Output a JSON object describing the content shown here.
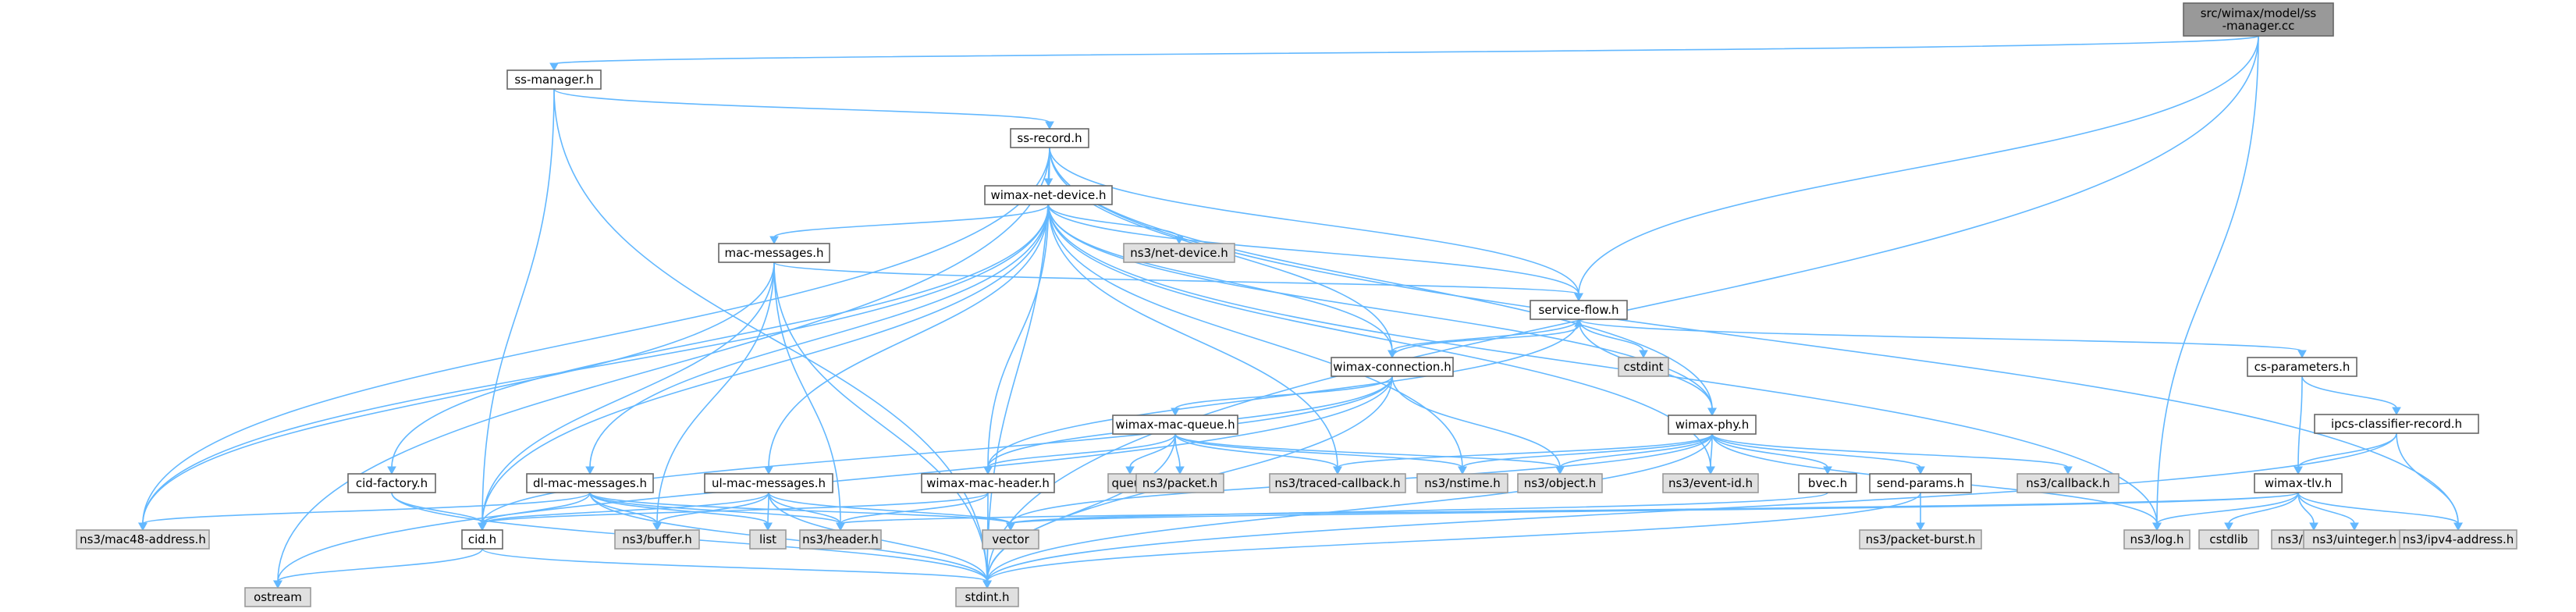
{
  "diagram": {
    "type": "include-dependency-graph",
    "root": "src/wimax/model/ss-manager.cc",
    "colors": {
      "edge": "#63b8ff",
      "root_fill": "#999999",
      "system_header_fill": "#e0e0e0",
      "local_header_fill": "#ffffff",
      "border": "#666666"
    },
    "nodes": {
      "root": {
        "lines": [
          "src/wimax/model/ss",
          "-manager.cc"
        ]
      },
      "ssmanager": {
        "lines": [
          "ss-manager.h"
        ]
      },
      "ssrecord": {
        "lines": [
          "ss-record.h"
        ]
      },
      "wimaxnetdevice": {
        "lines": [
          "wimax-net-device.h"
        ]
      },
      "macmessages": {
        "lines": [
          "mac-messages.h"
        ]
      },
      "ns3netdevice": {
        "lines": [
          "ns3/net-device.h"
        ]
      },
      "serviceflow": {
        "lines": [
          "service-flow.h"
        ]
      },
      "cstdint": {
        "lines": [
          "cstdint"
        ]
      },
      "csparameters": {
        "lines": [
          "cs-parameters.h"
        ]
      },
      "wimaxconnection": {
        "lines": [
          "wimax-connection.h"
        ]
      },
      "ipcsclassifierrecord": {
        "lines": [
          "ipcs-classifier-record.h"
        ]
      },
      "wimaxmacqueue": {
        "lines": [
          "wimax-mac-queue.h"
        ]
      },
      "wimaxphy": {
        "lines": [
          "wimax-phy.h"
        ]
      },
      "cidfactory": {
        "lines": [
          "cid-factory.h"
        ]
      },
      "dlmacmessages": {
        "lines": [
          "dl-mac-messages.h"
        ]
      },
      "ulmacmessages": {
        "lines": [
          "ul-mac-messages.h"
        ]
      },
      "wimaxmacheader": {
        "lines": [
          "wimax-mac-header.h"
        ]
      },
      "queue": {
        "lines": [
          "queue"
        ]
      },
      "ns3packet": {
        "lines": [
          "ns3/packet.h"
        ]
      },
      "ns3tracedcallback": {
        "lines": [
          "ns3/traced-callback.h"
        ]
      },
      "ns3nstime": {
        "lines": [
          "ns3/nstime.h"
        ]
      },
      "ns3object": {
        "lines": [
          "ns3/object.h"
        ]
      },
      "ns3eventid": {
        "lines": [
          "ns3/event-id.h"
        ]
      },
      "bvec": {
        "lines": [
          "bvec.h"
        ]
      },
      "sendparams": {
        "lines": [
          "send-params.h"
        ]
      },
      "ns3callback": {
        "lines": [
          "ns3/callback.h"
        ]
      },
      "wimaxtlv": {
        "lines": [
          "wimax-tlv.h"
        ]
      },
      "ns3mac48address": {
        "lines": [
          "ns3/mac48-address.h"
        ]
      },
      "cid": {
        "lines": [
          "cid.h"
        ]
      },
      "ns3buffer": {
        "lines": [
          "ns3/buffer.h"
        ]
      },
      "list": {
        "lines": [
          "list"
        ]
      },
      "ns3header": {
        "lines": [
          "ns3/header.h"
        ]
      },
      "vector": {
        "lines": [
          "vector"
        ]
      },
      "ns3packetburst": {
        "lines": [
          "ns3/packet-burst.h"
        ]
      },
      "ns3log": {
        "lines": [
          "ns3/log.h"
        ]
      },
      "cstdlib": {
        "lines": [
          "cstdlib"
        ]
      },
      "ns3assert": {
        "lines": [
          "ns3/assert.h"
        ]
      },
      "ns3uinteger": {
        "lines": [
          "ns3/uinteger.h"
        ]
      },
      "ns3ipv4address": {
        "lines": [
          "ns3/ipv4-address.h"
        ]
      },
      "ostream": {
        "lines": [
          "ostream"
        ]
      },
      "stdint": {
        "lines": [
          "stdint.h"
        ]
      }
    },
    "edges": [
      [
        "root",
        "ssmanager"
      ],
      [
        "root",
        "serviceflow"
      ],
      [
        "root",
        "ns3log"
      ],
      [
        "root",
        "stdint"
      ],
      [
        "ssmanager",
        "ssrecord"
      ],
      [
        "ssmanager",
        "cid"
      ],
      [
        "ssmanager",
        "stdint"
      ],
      [
        "ssrecord",
        "wimaxnetdevice"
      ],
      [
        "ssrecord",
        "serviceflow"
      ],
      [
        "ssrecord",
        "wimaxconnection"
      ],
      [
        "ssrecord",
        "wimaxphy"
      ],
      [
        "ssrecord",
        "ns3mac48address"
      ],
      [
        "ssrecord",
        "ns3ipv4address"
      ],
      [
        "ssrecord",
        "ostream"
      ],
      [
        "ssrecord",
        "stdint"
      ],
      [
        "wimaxnetdevice",
        "macmessages"
      ],
      [
        "wimaxnetdevice",
        "ns3netdevice"
      ],
      [
        "wimaxnetdevice",
        "serviceflow"
      ],
      [
        "wimaxnetdevice",
        "wimaxconnection"
      ],
      [
        "wimaxnetdevice",
        "wimaxphy"
      ],
      [
        "wimaxnetdevice",
        "cidfactory"
      ],
      [
        "wimaxnetdevice",
        "dlmacmessages"
      ],
      [
        "wimaxnetdevice",
        "ulmacmessages"
      ],
      [
        "wimaxnetdevice",
        "wimaxmacheader"
      ],
      [
        "wimaxnetdevice",
        "ns3tracedcallback"
      ],
      [
        "wimaxnetdevice",
        "ns3nstime"
      ],
      [
        "wimaxnetdevice",
        "ns3eventid"
      ],
      [
        "wimaxnetdevice",
        "ns3mac48address"
      ],
      [
        "wimaxnetdevice",
        "cid"
      ],
      [
        "wimaxnetdevice",
        "ns3log"
      ],
      [
        "macmessages",
        "serviceflow"
      ],
      [
        "macmessages",
        "cid"
      ],
      [
        "macmessages",
        "ns3mac48address"
      ],
      [
        "macmessages",
        "ns3buffer"
      ],
      [
        "macmessages",
        "ns3header"
      ],
      [
        "macmessages",
        "stdint"
      ],
      [
        "serviceflow",
        "cstdint"
      ],
      [
        "serviceflow",
        "csparameters"
      ],
      [
        "serviceflow",
        "wimaxconnection"
      ],
      [
        "serviceflow",
        "wimaxphy"
      ],
      [
        "serviceflow",
        "wimaxmacheader"
      ],
      [
        "csparameters",
        "ipcsclassifierrecord"
      ],
      [
        "csparameters",
        "wimaxtlv"
      ],
      [
        "ipcsclassifierrecord",
        "wimaxtlv"
      ],
      [
        "ipcsclassifierrecord",
        "ns3ipv4address"
      ],
      [
        "ipcsclassifierrecord",
        "stdint"
      ],
      [
        "wimaxconnection",
        "serviceflow"
      ],
      [
        "wimaxconnection",
        "wimaxmacqueue"
      ],
      [
        "wimaxconnection",
        "wimaxmacheader"
      ],
      [
        "wimaxconnection",
        "cid"
      ],
      [
        "wimaxconnection",
        "ns3object"
      ],
      [
        "wimaxconnection",
        "ostream"
      ],
      [
        "wimaxconnection",
        "stdint"
      ],
      [
        "wimaxmacqueue",
        "wimaxmacheader"
      ],
      [
        "wimaxmacqueue",
        "queue"
      ],
      [
        "wimaxmacqueue",
        "ns3packet"
      ],
      [
        "wimaxmacqueue",
        "ns3tracedcallback"
      ],
      [
        "wimaxmacqueue",
        "ns3nstime"
      ],
      [
        "wimaxmacqueue",
        "ns3object"
      ],
      [
        "wimaxmacqueue",
        "stdint"
      ],
      [
        "wimaxphy",
        "bvec"
      ],
      [
        "wimaxphy",
        "sendparams"
      ],
      [
        "wimaxphy",
        "ns3callback"
      ],
      [
        "wimaxphy",
        "ns3tracedcallback"
      ],
      [
        "wimaxphy",
        "ns3nstime"
      ],
      [
        "wimaxphy",
        "ns3object"
      ],
      [
        "wimaxphy",
        "ns3eventid"
      ],
      [
        "wimaxphy",
        "ns3log"
      ],
      [
        "wimaxphy",
        "vector"
      ],
      [
        "wimaxphy",
        "stdint"
      ],
      [
        "cidfactory",
        "cid"
      ],
      [
        "cidfactory",
        "stdint"
      ],
      [
        "dlmacmessages",
        "cid"
      ],
      [
        "dlmacmessages",
        "ns3mac48address"
      ],
      [
        "dlmacmessages",
        "ns3buffer"
      ],
      [
        "dlmacmessages",
        "list"
      ],
      [
        "dlmacmessages",
        "ns3header"
      ],
      [
        "dlmacmessages",
        "vector"
      ],
      [
        "dlmacmessages",
        "stdint"
      ],
      [
        "ulmacmessages",
        "cid"
      ],
      [
        "ulmacmessages",
        "ns3buffer"
      ],
      [
        "ulmacmessages",
        "list"
      ],
      [
        "ulmacmessages",
        "ns3header"
      ],
      [
        "ulmacmessages",
        "vector"
      ],
      [
        "ulmacmessages",
        "stdint"
      ],
      [
        "wimaxmacheader",
        "ns3header"
      ],
      [
        "wimaxmacheader",
        "cid"
      ],
      [
        "wimaxmacheader",
        "stdint"
      ],
      [
        "bvec",
        "vector"
      ],
      [
        "sendparams",
        "ns3packetburst"
      ],
      [
        "sendparams",
        "stdint"
      ],
      [
        "wimaxtlv",
        "ns3log"
      ],
      [
        "wimaxtlv",
        "cstdlib"
      ],
      [
        "wimaxtlv",
        "ns3assert"
      ],
      [
        "wimaxtlv",
        "ns3uinteger"
      ],
      [
        "wimaxtlv",
        "ns3ipv4address"
      ],
      [
        "wimaxtlv",
        "vector"
      ],
      [
        "wimaxtlv",
        "ns3header"
      ],
      [
        "cid",
        "ostream"
      ],
      [
        "cid",
        "stdint"
      ]
    ]
  }
}
